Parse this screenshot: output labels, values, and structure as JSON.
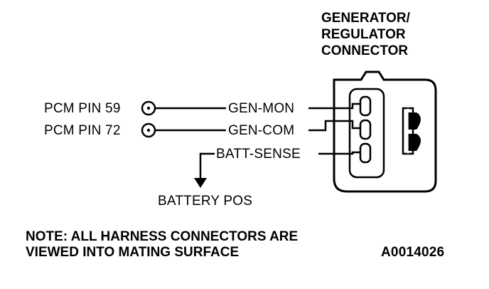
{
  "connector": {
    "title_lines": [
      "GENERATOR/",
      "REGULATOR",
      "CONNECTOR"
    ]
  },
  "pins": [
    {
      "pcm_label": "PCM PIN 59",
      "signal": "GEN-MON"
    },
    {
      "pcm_label": "PCM PIN 72",
      "signal": "GEN-COM"
    },
    {
      "pcm_label": "",
      "signal": "BATT-SENSE"
    }
  ],
  "battery_label": "BATTERY POS",
  "note": {
    "lines": [
      "NOTE:  ALL HARNESS CONNECTORS ARE",
      "VIEWED INTO MATING SURFACE"
    ]
  },
  "figure_id": "A0014026"
}
